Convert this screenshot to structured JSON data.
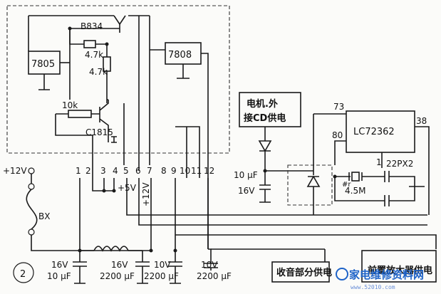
{
  "figure_number": "2",
  "components": {
    "transistor_top": "B834",
    "r1": "4.7k",
    "r2": "4.7k",
    "reg_5v": "7805",
    "reg_8v": "7808",
    "r_base": "10k",
    "transistor_bottom": "C1815",
    "motor_label_line1": "电机.外",
    "motor_label_line2": "接CD供电",
    "ic_name": "LC72362",
    "ic_pin_73": "73",
    "ic_pin_80": "80",
    "ic_pin_38": "38",
    "ic_pin_1": "1",
    "cap_22px2": "22PX2",
    "crystal": "4.5M",
    "crystal_mark": "#r",
    "cap_mid_val": "10 μF",
    "cap_mid_volt": "16V",
    "supply": "+12V",
    "fuse": "BX",
    "rail_5v": "+5V",
    "rail_12v": "+12V",
    "cap1_volt": "16V",
    "cap1_val": "10 μF",
    "cap2_volt": "16V",
    "cap2_val": "2200 μF",
    "cap3_volt": "10V",
    "cap3_val": "2200 μF",
    "cap4_volt": "10V",
    "cap4_val": "2200 μF",
    "box_radio": "收音部分供电",
    "box_preamp": "前置放大器供电"
  },
  "connector_pins": [
    "1",
    "2",
    "3",
    "4",
    "5",
    "6",
    "7",
    "8",
    "9",
    "10",
    "11",
    "12"
  ],
  "watermark": {
    "brand": "家电维修资料网",
    "url": "www.52010.com"
  }
}
